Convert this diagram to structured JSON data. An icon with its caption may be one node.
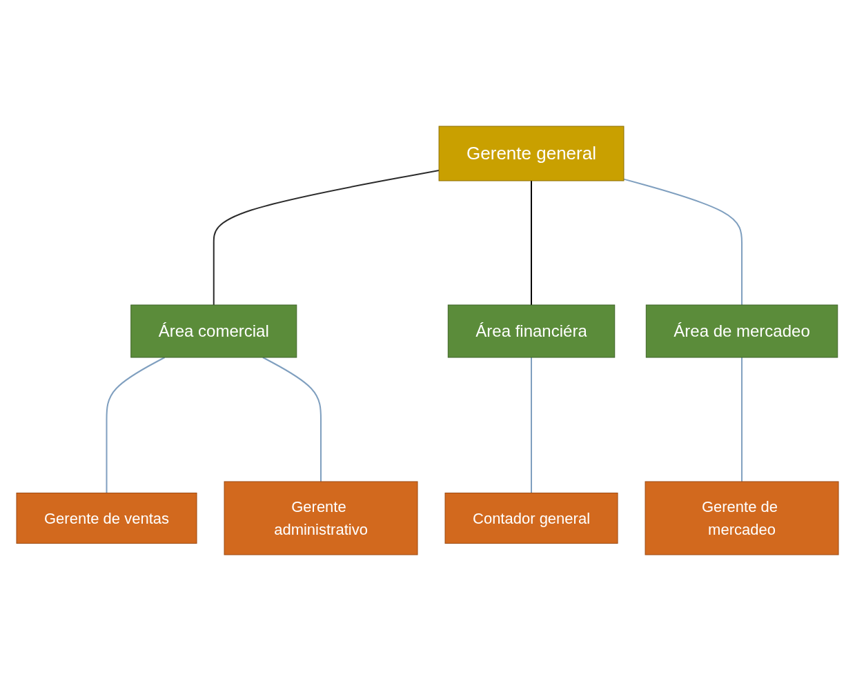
{
  "diagram": {
    "nodes": [
      {
        "text": [
          "Gerente general"
        ]
      },
      {
        "text": [
          "Área comercial"
        ]
      },
      {
        "text": [
          "Área financiéra"
        ]
      },
      {
        "text": [
          "Área de mercadeo"
        ]
      },
      {
        "text": [
          "Gerente de ventas"
        ]
      },
      {
        "text": [
          "Gerente administrativo"
        ]
      },
      {
        "text": [
          "Contador general"
        ]
      },
      {
        "text": [
          "Gerente de mercadeo"
        ]
      }
    ],
    "edges": [
      {
        "from": 0,
        "to": 1,
        "arrow": "none",
        "color": "#2b2b2b"
      },
      {
        "from": 0,
        "to": 2,
        "arrow": "none",
        "color": "#000000"
      },
      {
        "from": 0,
        "to": 3,
        "arrow": "none"
      },
      {
        "from": 1,
        "to": 4,
        "arrow": "none"
      },
      {
        "from": 1,
        "to": 5,
        "arrow": "none"
      },
      {
        "from": 2,
        "to": 6,
        "arrow": "none"
      },
      {
        "from": 3,
        "to": 7,
        "arrow": "none"
      }
    ]
  }
}
